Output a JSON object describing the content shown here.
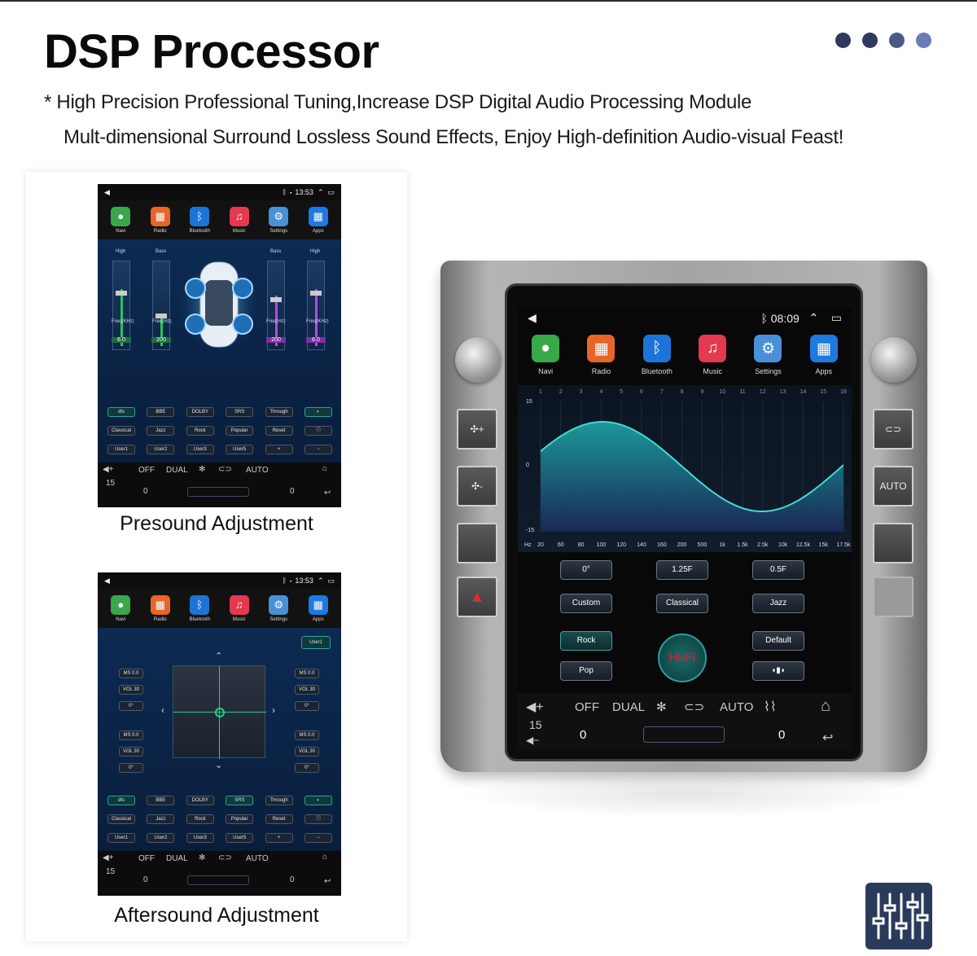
{
  "title": "DSP Processor",
  "subtitle_line1": "* High Precision Professional Tuning,Increase DSP Digital Audio Processing Module",
  "subtitle_line2": "Mult-dimensional Surround Lossless Sound Effects, Enjoy High-definition Audio-visual Feast!",
  "dot_colors": [
    "#2e3a5e",
    "#2e3a5e",
    "#4a5a88",
    "#6a7bb8"
  ],
  "presound": {
    "caption": "Presound Adjustment",
    "time": "13:53",
    "labels": [
      "High",
      "Bass",
      "Bass",
      "High"
    ],
    "slider_caption": [
      "Freq(KHz)",
      "Freq(Hz)",
      "Freq(Hz)",
      "Freq(KHz)"
    ],
    "values": [
      "6.0",
      "200",
      "200",
      "6.0"
    ],
    "bottom_left_value": "15"
  },
  "aftersound": {
    "caption": "Aftersound Adjustment",
    "time": "13:53",
    "user_btn": "User1",
    "channels": [
      "MS 0.0",
      "VOL 30",
      "0°"
    ],
    "bottom_left_value": "15"
  },
  "apps": [
    {
      "label": "Navi",
      "icon": "map-pin-icon",
      "color": "#3aa84a",
      "glyph": "●"
    },
    {
      "label": "Radio",
      "icon": "radio-icon",
      "color": "#e8652a",
      "glyph": "▦"
    },
    {
      "label": "Bluetooth",
      "icon": "bluetooth-icon",
      "color": "#1d74d8",
      "glyph": "ᛒ"
    },
    {
      "label": "Music",
      "icon": "music-icon",
      "color": "#e53950",
      "glyph": "♫"
    },
    {
      "label": "Settings",
      "icon": "gear-icon",
      "color": "#4a90d9",
      "glyph": "⚙"
    },
    {
      "label": "Apps",
      "icon": "apps-grid-icon",
      "color": "#1e7ae0",
      "glyph": "▦"
    }
  ],
  "mini_buttons": {
    "row1": [
      "dts",
      "BBE",
      "DOLBY",
      "SRS",
      "Through",
      "◐"
    ],
    "row2": [
      "Classical",
      "Jazz",
      "Rock",
      "Popular",
      "Reset",
      "ⓘ"
    ],
    "row3": [
      "User1",
      "User2",
      "User3",
      "User5",
      "+",
      "−"
    ]
  },
  "climate": {
    "off": "OFF",
    "dual": "DUAL",
    "auto": "AUTO",
    "left": "0",
    "right": "0"
  },
  "device": {
    "time": "08:09",
    "eq_top_numbers": [
      "1",
      "2",
      "3",
      "4",
      "5",
      "6",
      "7",
      "8",
      "9",
      "10",
      "11",
      "12",
      "13",
      "14",
      "15",
      "16"
    ],
    "eq_y_labels": [
      "15",
      "0",
      "-15"
    ],
    "eq_hz_label": "Hz",
    "eq_freqs": [
      "20",
      "60",
      "80",
      "100",
      "120",
      "140",
      "160",
      "200",
      "500",
      "1k",
      "1.5k",
      "2.5k",
      "10k",
      "12.5k",
      "15k",
      "17.5k"
    ],
    "buttons": [
      "0°",
      "1.25F",
      "0.5F",
      "Custom",
      "Classical",
      "Jazz",
      "Rock",
      "Default",
      "Pop"
    ],
    "hifi": "Hi-Fi",
    "volume": "15",
    "side_right_auto": "AUTO"
  }
}
